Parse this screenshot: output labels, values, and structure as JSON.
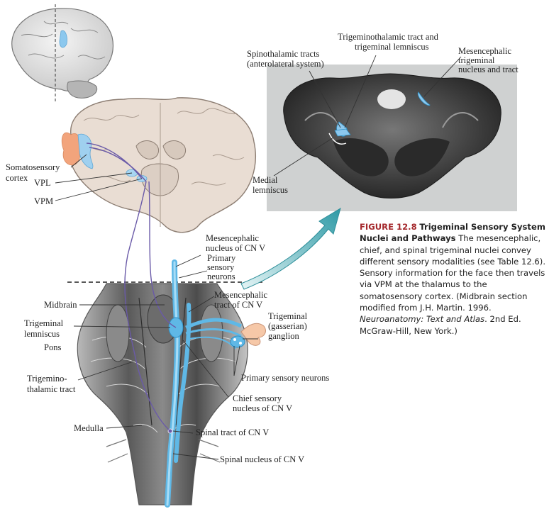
{
  "labels": {
    "somatosensory_cortex": [
      "Somatosensory",
      "cortex"
    ],
    "vpl": "VPL",
    "vpm": "VPM",
    "midbrain": "Midbrain",
    "trigeminal_lemniscus": [
      "Trigeminal",
      "lemniscus"
    ],
    "pons": "Pons",
    "trigeminothalamic_tract": [
      "Trigemino-",
      "thalamic tract"
    ],
    "medulla": "Medulla",
    "mesencephalic_nucleus_cnv": [
      "Mesencephalic",
      "nucleus of CN V"
    ],
    "primary_sensory_neurons_top": [
      "Primary",
      "sensory",
      "neurons"
    ],
    "mesencephalic_tract_cnv": [
      "Mesencephalic",
      "tract of CN V"
    ],
    "trigeminal_ganglion": [
      "Trigeminal",
      "(gasserian)",
      "ganglion"
    ],
    "primary_sensory_neurons": "Primary sensory neurons",
    "chief_sensory_nucleus": [
      "Chief sensory",
      "nucleus of CN V"
    ],
    "spinal_tract_cnv": "Spinal tract of CN V",
    "spinal_nucleus_cnv": "Spinal nucleus of CN V",
    "spinothalamic_tracts": [
      "Spinothalamic tracts",
      "(anterolateral system)"
    ],
    "trigeminothalamic_lemniscus": [
      "Trigeminothalamic tract and",
      "trigeminal lemniscus"
    ],
    "mesencephalic_trigeminal_nucleus_tract": [
      "Mesencephalic",
      "trigeminal",
      "nucleus and tract"
    ],
    "medial_lemniscus": [
      "Medial",
      "lemniscus"
    ]
  },
  "caption": {
    "figure_number": "FIGURE 12.8",
    "title": "Trigeminal Sensory System Nuclei and Pathways",
    "text_1": "The mesencephalic, chief, and spinal trigeminal nuclei convey different sensory modalities (see Table 12.6). Sensory information for the face then travels via VPM at the thalamus to the somatosensory cortex. (Midbrain section modified from J.H. Martin. 1996. ",
    "book_title": "Neuroanatomy: Text and Atlas",
    "text_2": ". 2nd Ed. McGraw-Hill, New York.)"
  },
  "colors": {
    "pathway_blue": "#5fb8e6",
    "tract_purple": "#6a5aa8",
    "cortex_orange": "#f2a47c",
    "caption_red": "#a4282c",
    "arrow_teal": "#3aa6b0"
  }
}
